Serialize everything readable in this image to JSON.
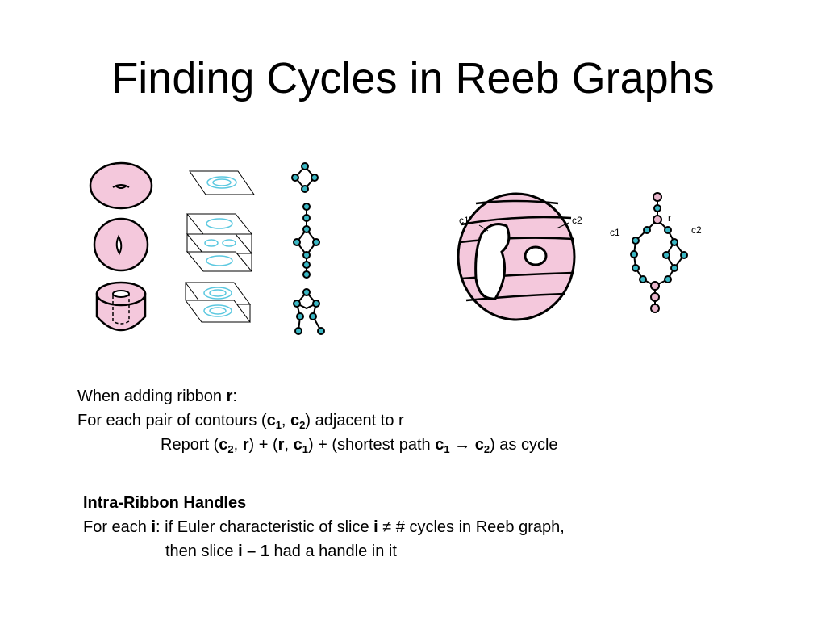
{
  "slide": {
    "title": "Finding Cycles in Reeb Graphs"
  },
  "figure_labels": {
    "torus_c1": "c1",
    "torus_c2": "c2",
    "graph_c1": "c1",
    "graph_r": "r",
    "graph_c2": "c2"
  },
  "ribbon_text": {
    "l1_a": "When adding ribbon ",
    "l1_r": "r",
    "l1_b": ":",
    "l2_a": "For each pair of contours (",
    "l2_c1": "c",
    "l2_c1_sub": "1",
    "l2_comma": ", ",
    "l2_c2": "c",
    "l2_c2_sub": "2",
    "l2_b": ") adjacent to r",
    "l3_a": "Report (",
    "l3_c2": "c",
    "l3_c2_sub": "2",
    "l3_sep1": ", ",
    "l3_r": "r",
    "l3_mid1": ") + (",
    "l3_r2": "r",
    "l3_sep2": ", ",
    "l3_c1": "c",
    "l3_c1_sub": "1",
    "l3_mid2": ") + (shortest path ",
    "l3_c1b": "c",
    "l3_c1b_sub": "1",
    "l3_arrow": " → ",
    "l3_c2b": "c",
    "l3_c2b_sub": "2",
    "l3_end": ") as cycle"
  },
  "handles_text": {
    "heading": "Intra-Ribbon Handles",
    "l1_a": "For each ",
    "l1_i": "i",
    "l1_b": ": if Euler characteristic of slice ",
    "l1_i2": "i",
    "l1_c": " ≠ # cycles in Reeb graph,",
    "l2_a": "then slice ",
    "l2_b": "i – 1",
    "l2_c": " had a handle in it"
  },
  "colors": {
    "pink_fill": "#f4c8dc",
    "cyan_node": "#3ab7c4",
    "contour_cyan": "#5cc8e0",
    "pink_node": "#e9b6cc"
  }
}
